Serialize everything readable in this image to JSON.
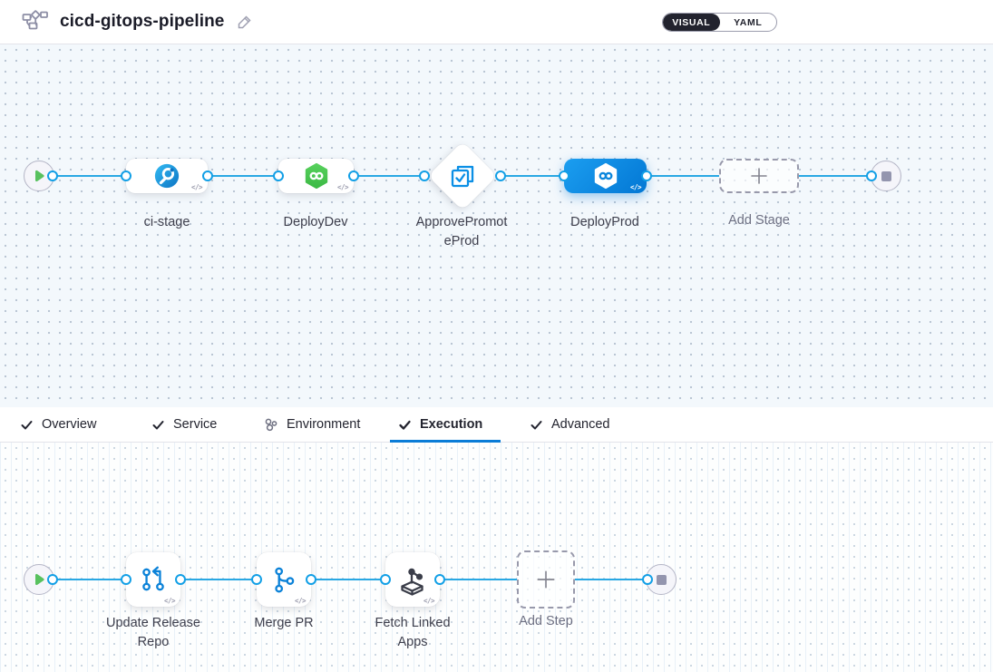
{
  "header": {
    "title": "cicd-gitops-pipeline",
    "mode_toggle": {
      "visual": "VISUAL",
      "yaml": "YAML",
      "selected": "VISUAL"
    }
  },
  "icons": {
    "pipeline": "pipeline-flowchart-icon",
    "edit": "edit-pencil-icon",
    "play": "play-icon",
    "stop": "stop-icon",
    "code_badge": "</>"
  },
  "stage_pipeline": {
    "stages": [
      {
        "name": "ci-stage",
        "lines": [
          "ci-stage"
        ],
        "type": "ci-build",
        "selected": false
      },
      {
        "name": "DeployDev",
        "lines": [
          "DeployDev"
        ],
        "type": "cd-deploy",
        "selected": false
      },
      {
        "name": "ApprovePromoteProd",
        "lines": [
          "ApprovePromot",
          "eProd"
        ],
        "type": "approval",
        "selected": false
      },
      {
        "name": "DeployProd",
        "lines": [
          "DeployProd"
        ],
        "type": "cd-deploy",
        "selected": true
      }
    ],
    "add_stage_label": "Add Stage"
  },
  "tabs": [
    {
      "label": "Overview",
      "icon": "check",
      "active": false
    },
    {
      "label": "Service",
      "icon": "check",
      "active": false
    },
    {
      "label": "Environment",
      "icon": "incomplete-cluster",
      "active": false
    },
    {
      "label": "Execution",
      "icon": "check",
      "active": true
    },
    {
      "label": "Advanced",
      "icon": "check",
      "active": false
    }
  ],
  "execution": {
    "steps": [
      {
        "name": "Update Release Repo",
        "lines": [
          "Update Release",
          "Repo"
        ],
        "icon": "git-commit"
      },
      {
        "name": "Merge PR",
        "lines": [
          "Merge PR"
        ],
        "icon": "git-branch"
      },
      {
        "name": "Fetch Linked Apps",
        "lines": [
          "Fetch Linked",
          "Apps"
        ],
        "icon": "fetch-apps"
      }
    ],
    "add_step_label": "Add Step"
  },
  "colors": {
    "connector_blue": "#29a8e3",
    "selected_stage_blue": "#0377d4",
    "cd_green": "#45c64c",
    "approval_blue": "#0b8fe5",
    "active_tab_underline": "#0a7cd7",
    "canvas_top_bg": "#f3f8fc"
  }
}
